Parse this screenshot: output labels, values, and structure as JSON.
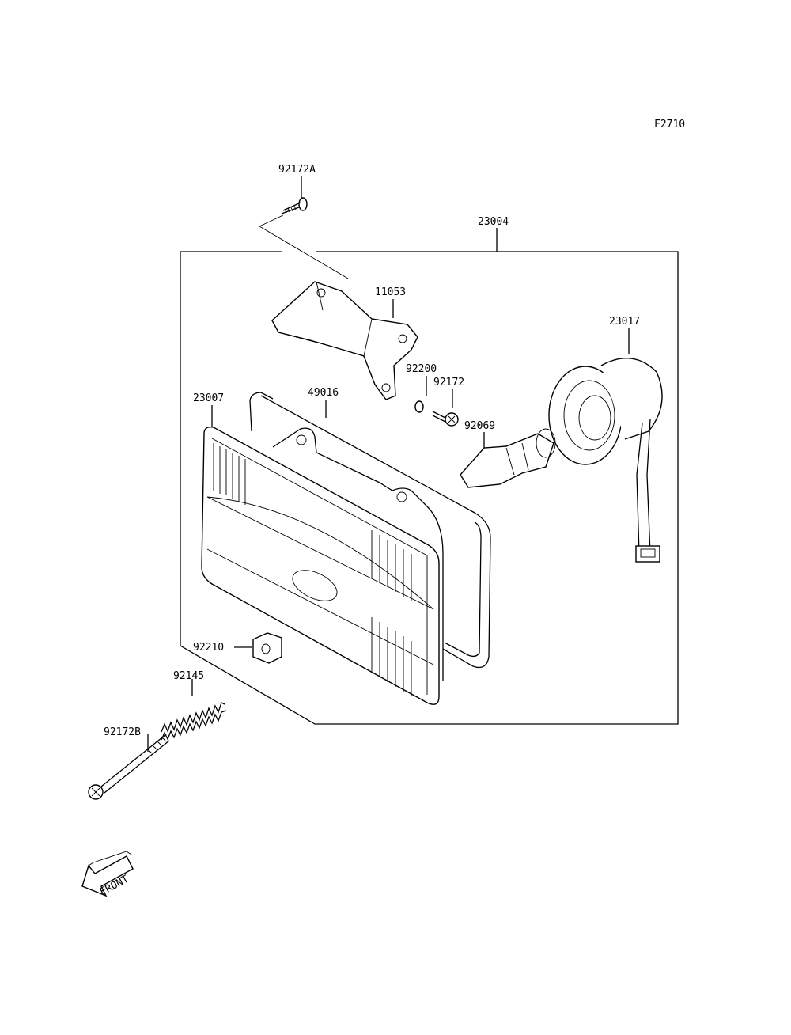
{
  "figure_code": "F2710",
  "labels": {
    "p92172A": "92172A",
    "p23004": "23004",
    "p11053": "11053",
    "p23017": "23017",
    "p92200": "92200",
    "p92172": "92172",
    "p23007": "23007",
    "p49016": "49016",
    "p92069": "92069",
    "p92210": "92210",
    "p92145": "92145",
    "p92172B": "92172B"
  },
  "front_marker": "FRONT"
}
